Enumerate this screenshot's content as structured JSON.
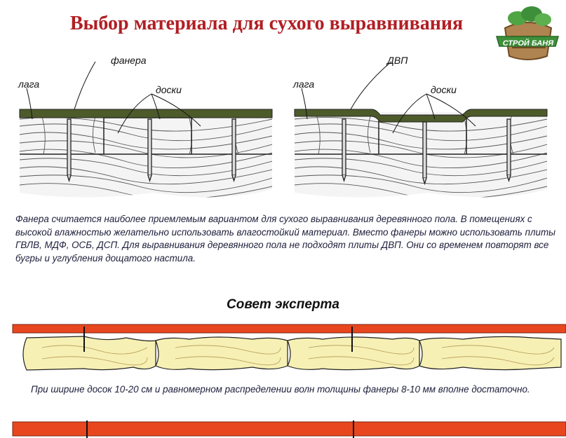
{
  "title": "Выбор материала для сухого выравнивания",
  "logo": {
    "text": "СТРОЙ БАНЯ"
  },
  "left_diagram": {
    "label_sheet": "фанера",
    "label_joist": "лага",
    "label_boards": "доски"
  },
  "right_diagram": {
    "label_sheet": "ДВП",
    "label_joist": "лага",
    "label_boards": "доски"
  },
  "description": "Фанера считается наиболее приемлемым вариантом для сухого выравнивания деревянного пола. В помещениях с высокой влажностью желательно использовать влагостойкий материал. Вместо фанеры можно использовать плиты ГВЛВ, МДФ, ОСБ, ДСП. Для выравнивания деревянного пола не подходят плиты ДВП. Они со временем повторят все бугры и углубления дощатого настила.",
  "expert": {
    "title": "Совет эксперта",
    "tip": "При ширине досок 10-20 см и равномерном распределении волн толщины фанеры 8-10 мм вполне достаточно."
  },
  "colors": {
    "title": "#b11e24",
    "sheet": "#4d5a2a",
    "plywood_top": "#e8461f",
    "board_fill": "#f7f0b4",
    "logo_green": "#3e8f3a"
  }
}
